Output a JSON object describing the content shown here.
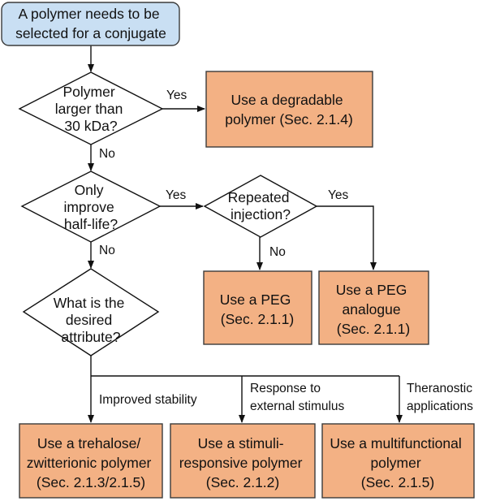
{
  "colors": {
    "start_fill": "#c9dff3",
    "start_stroke": "#3b3b3b",
    "outcome_fill": "#f3b184",
    "outcome_stroke": "#3b3b3b",
    "decision_fill": "#ffffff",
    "line": "#111111"
  },
  "start": {
    "lines": [
      "A polymer needs to be",
      "selected for a conjugate"
    ]
  },
  "decisions": {
    "size": {
      "lines": [
        "Polymer",
        "larger than",
        "30 kDa?"
      ]
    },
    "halflife": {
      "lines": [
        "Only",
        "improve",
        "half-life?"
      ]
    },
    "repeated": {
      "lines": [
        "Repeated",
        "injection?"
      ]
    },
    "attribute": {
      "lines": [
        "What is the",
        "desired",
        "attribute?"
      ]
    }
  },
  "outcomes": {
    "degradable": {
      "lines": [
        "Use a degradable",
        "polymer (Sec. 2.1.4)"
      ]
    },
    "peg": {
      "lines": [
        "Use a PEG",
        "(Sec. 2.1.1)"
      ]
    },
    "peg_analogue": {
      "lines": [
        "Use a PEG",
        "analogue",
        "(Sec. 2.1.1)"
      ]
    },
    "trehalose": {
      "lines": [
        "Use a trehalose/",
        "zwitterionic polymer",
        "(Sec. 2.1.3/2.1.5)"
      ]
    },
    "stimuli": {
      "lines": [
        "Use a stimuli-",
        "responsive polymer",
        "(Sec. 2.1.2)"
      ]
    },
    "multifunctional": {
      "lines": [
        "Use a multifunctional",
        "polymer",
        "(Sec. 2.1.5)"
      ]
    }
  },
  "labels": {
    "size_yes": "Yes",
    "size_no": "No",
    "halflife_yes": "Yes",
    "halflife_no": "No",
    "repeated_yes": "Yes",
    "repeated_no": "No",
    "improved_stability": "Improved stability",
    "response_stimulus": [
      "Response to",
      "external stimulus"
    ],
    "theranostic": [
      "Theranostic",
      "applications"
    ]
  }
}
